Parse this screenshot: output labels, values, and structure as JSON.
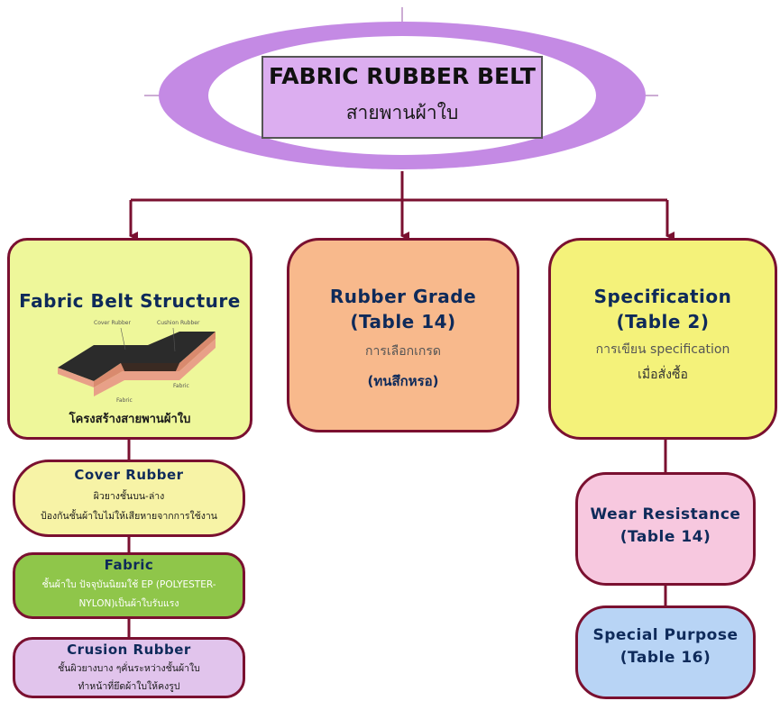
{
  "header": {
    "title": "FABRIC RUBBER BELT",
    "subtitle": "สายพานผ้าใบ"
  },
  "structure": {
    "title": "Fabric Belt Structure",
    "caption": "โครงสร้างสายพานผ้าใบ",
    "diagram_labels": {
      "cover": "Cover Rubber",
      "cushion": "Cushion Rubber",
      "fabric_right": "Fabric",
      "fabric_bottom": "Fabric"
    }
  },
  "grade": {
    "title_line1": "Rubber Grade",
    "title_line2": "(Table 14)",
    "desc": "การเลือกเกรด",
    "note": "(ทนสึกหรอ)"
  },
  "spec": {
    "title_line1": "Specification",
    "title_line2": "(Table 2)",
    "desc_line1": "การเขียน specification",
    "desc_line2": "เมื่อสั่งซื้อ"
  },
  "layers": [
    {
      "title": "Cover Rubber",
      "line1": "ผิวยางชั้นบน-ล่าง",
      "line2": "ป้องกันชั้นผ้าใบไม่ให้เสียหายจากการใช้งาน"
    },
    {
      "title": "Fabric",
      "line1": "ชั้นผ้าใบ  ปัจจุบันนิยมใช้ EP (POLYESTER-",
      "line2": "NYLON)เป็นผ้าใบรับแรง"
    },
    {
      "title": "Crusion Rubber",
      "line1": "ชั้นผิวยางบาง ๆคั่นระหว่างชั้นผ้าใบ",
      "line2": "ทำหน้าที่ยึดผ้าใบให้คงรูป"
    }
  ],
  "wear": {
    "line1": "Wear Resistance",
    "line2": "(Table 14)"
  },
  "special": {
    "line1": "Special Purpose",
    "line2": "(Table 16)"
  },
  "colors": {
    "connector": "#7a1030",
    "structure_fill": "#eef79a",
    "grade_fill": "#f8b98c",
    "spec_fill": "#f4f27a",
    "cover_fill": "#f7f3a6",
    "fabric_fill": "#8fc64a",
    "crusion_fill": "#e1c4ec",
    "wear_fill": "#f7c8df",
    "special_fill": "#b8d4f5",
    "header_fill": "#dcaef0",
    "ellipse": "#b977dd"
  }
}
